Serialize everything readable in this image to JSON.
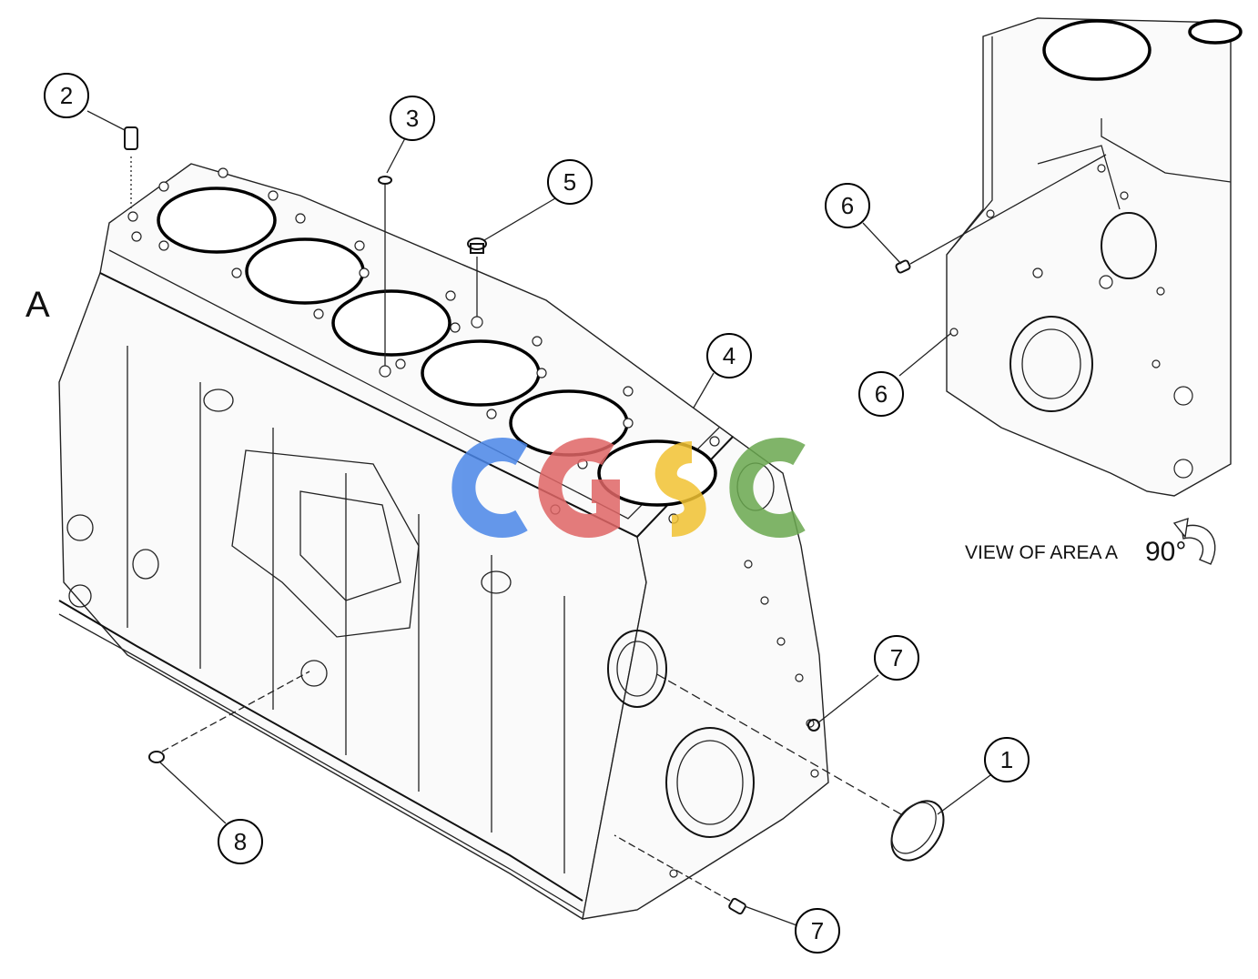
{
  "diagram": {
    "area_marker": "A",
    "view_caption": "VIEW OF AREA A",
    "rotation_label": "90°",
    "watermark": "CGSC",
    "watermark_colors": [
      "#4a86e8",
      "#e06666",
      "#f1c232",
      "#6aa84f"
    ],
    "callouts": [
      {
        "id": "2",
        "label": "2"
      },
      {
        "id": "3",
        "label": "3"
      },
      {
        "id": "5",
        "label": "5"
      },
      {
        "id": "4",
        "label": "4"
      },
      {
        "id": "6a",
        "label": "6"
      },
      {
        "id": "6b",
        "label": "6"
      },
      {
        "id": "7a",
        "label": "7"
      },
      {
        "id": "1",
        "label": "1"
      },
      {
        "id": "8",
        "label": "8"
      },
      {
        "id": "7b",
        "label": "7"
      }
    ]
  }
}
